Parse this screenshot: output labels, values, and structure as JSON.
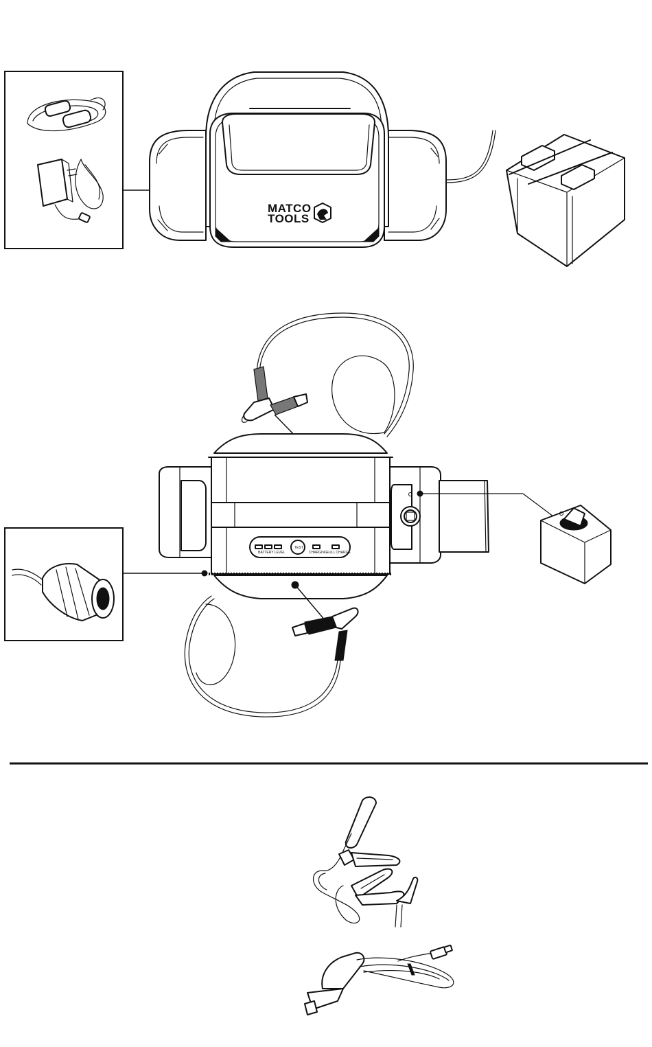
{
  "logo": {
    "line1": "MATCO",
    "line2": "TOOLS"
  },
  "control_panel": {
    "battery_level": "BATTERY LEVEL",
    "test": "TEST",
    "charging": "CHARGING",
    "full_charge": "FULL CHARGE"
  }
}
